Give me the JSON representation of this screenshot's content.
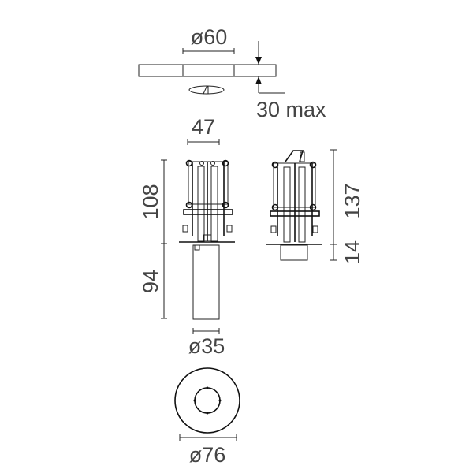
{
  "dimensions": {
    "trim_diameter": "ø60",
    "ceiling_thickness": "30 max",
    "body_width": "47",
    "body_height": "108",
    "tube_length": "94",
    "total_height": "137",
    "projection": "14",
    "tube_diameter": "ø35",
    "outer_diameter": "ø76"
  },
  "colors": {
    "line": "#222222",
    "text": "#444444"
  }
}
